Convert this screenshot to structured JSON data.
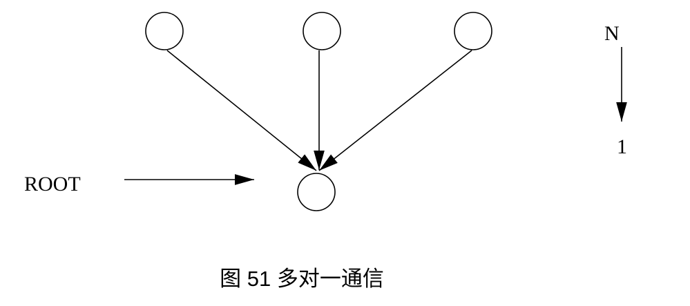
{
  "diagram": {
    "root_label": "ROOT",
    "legend_top": "N",
    "legend_bottom": "1",
    "caption": "图 51 多对一通信",
    "nodes": [
      {
        "id": "sender-1",
        "role": "sender"
      },
      {
        "id": "sender-2",
        "role": "sender"
      },
      {
        "id": "sender-3",
        "role": "sender"
      },
      {
        "id": "root",
        "role": "receiver"
      }
    ],
    "edges": [
      {
        "from": "sender-1",
        "to": "root"
      },
      {
        "from": "sender-2",
        "to": "root"
      },
      {
        "from": "sender-3",
        "to": "root"
      }
    ]
  }
}
